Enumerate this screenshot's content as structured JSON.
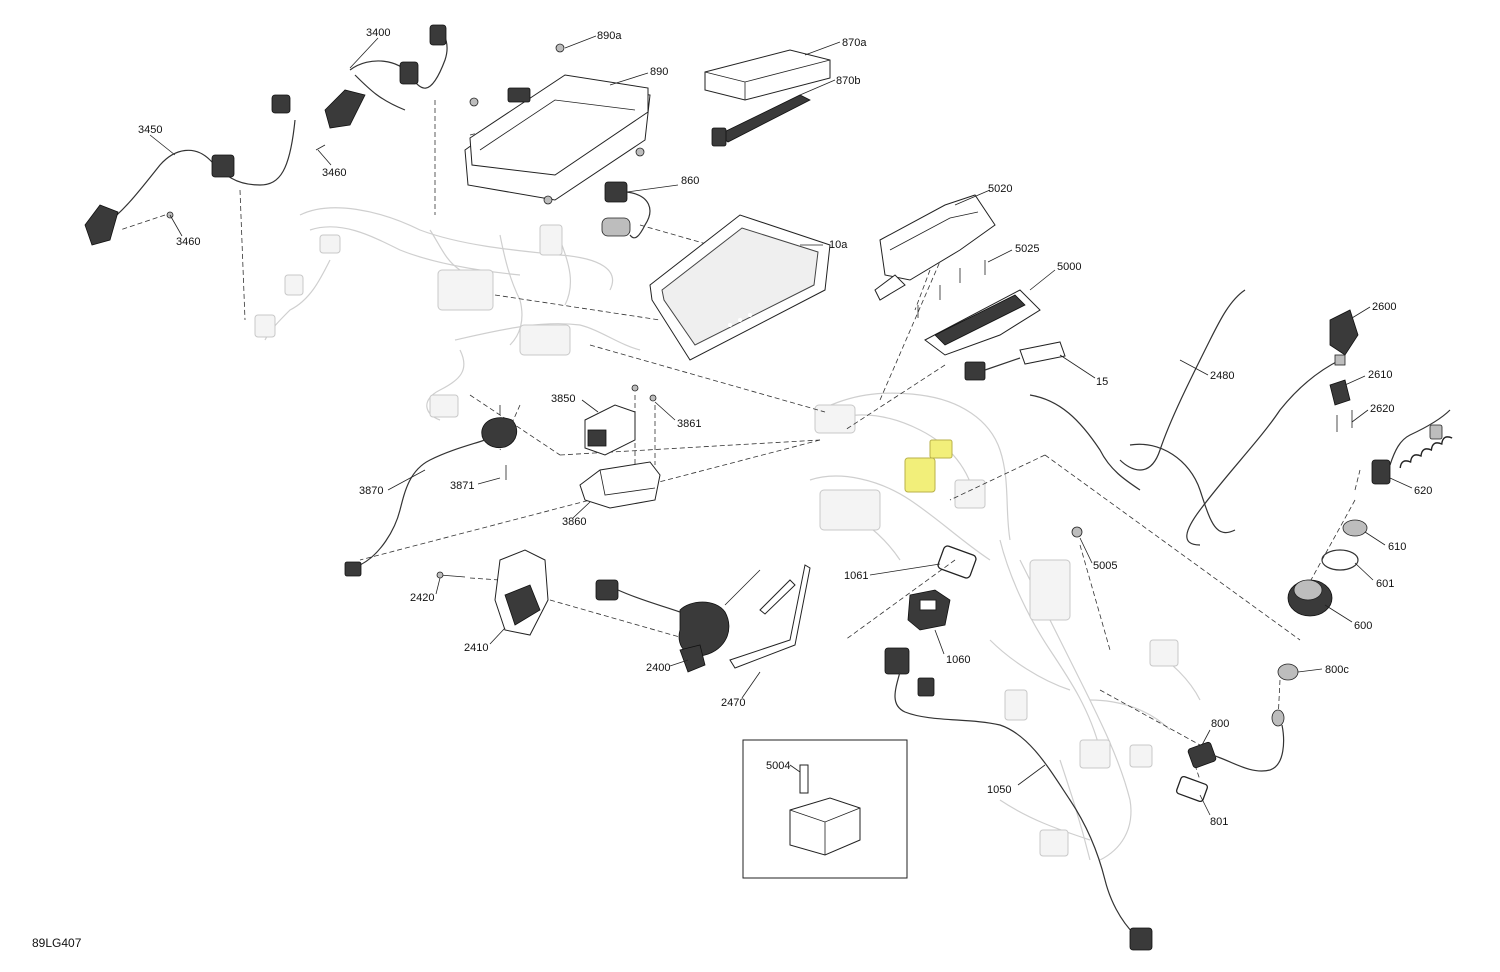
{
  "figure_ref": "89LG407",
  "labels": [
    {
      "id": "3400",
      "text": "3400"
    },
    {
      "id": "890a",
      "text": "890a"
    },
    {
      "id": "870a",
      "text": "870a"
    },
    {
      "id": "890",
      "text": "890"
    },
    {
      "id": "870b",
      "text": "870b"
    },
    {
      "id": "3450",
      "text": "3450"
    },
    {
      "id": "3460a",
      "text": "3460"
    },
    {
      "id": "3460b",
      "text": "3460"
    },
    {
      "id": "860",
      "text": "860"
    },
    {
      "id": "5020",
      "text": "5020"
    },
    {
      "id": "10a",
      "text": "10a"
    },
    {
      "id": "5025",
      "text": "5025"
    },
    {
      "id": "5000",
      "text": "5000"
    },
    {
      "id": "2600",
      "text": "2600"
    },
    {
      "id": "15",
      "text": "15"
    },
    {
      "id": "2480",
      "text": "2480"
    },
    {
      "id": "2610",
      "text": "2610"
    },
    {
      "id": "3850",
      "text": "3850"
    },
    {
      "id": "3861",
      "text": "3861"
    },
    {
      "id": "2620",
      "text": "2620"
    },
    {
      "id": "3871",
      "text": "3871"
    },
    {
      "id": "3870",
      "text": "3870"
    },
    {
      "id": "620",
      "text": "620"
    },
    {
      "id": "3860",
      "text": "3860"
    },
    {
      "id": "610",
      "text": "610"
    },
    {
      "id": "5005",
      "text": "5005"
    },
    {
      "id": "1061",
      "text": "1061"
    },
    {
      "id": "601",
      "text": "601"
    },
    {
      "id": "2420",
      "text": "2420"
    },
    {
      "id": "600",
      "text": "600"
    },
    {
      "id": "2410",
      "text": "2410"
    },
    {
      "id": "1060",
      "text": "1060"
    },
    {
      "id": "800c",
      "text": "800c"
    },
    {
      "id": "2400",
      "text": "2400"
    },
    {
      "id": "2470",
      "text": "2470"
    },
    {
      "id": "800",
      "text": "800"
    },
    {
      "id": "5004",
      "text": "5004"
    },
    {
      "id": "1050",
      "text": "1050"
    },
    {
      "id": "801",
      "text": "801"
    }
  ]
}
